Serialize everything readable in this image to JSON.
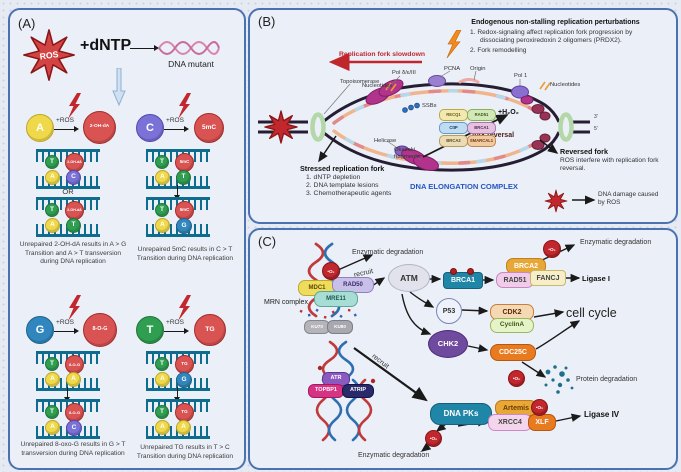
{
  "palette": {
    "panel_border": "#4a72b0",
    "ros_red": "#c1272d",
    "dna_teal": "#0e6c8f",
    "elongation_blue": "#2456c4",
    "slowdown_red": "#c0272d"
  },
  "panelA": {
    "label": "(A)",
    "ros_star": "ROS",
    "dntp": "+dNTP",
    "dna_mutant": "DNA mutant",
    "groups": [
      {
        "base": "A",
        "ros": "+ROS",
        "lesion": "2-OH-dA",
        "d1": {
          "top": [
            "T",
            "2-OH-dA"
          ],
          "bot": [
            "A",
            "C"
          ]
        },
        "conn": "OR",
        "d2": {
          "top": [
            "T",
            "2-OH-dA"
          ],
          "bot": [
            "A",
            "T"
          ]
        },
        "caption": "Unrepaired 2-OH-dA results in A > G Transition and A > T transversion during DNA replication"
      },
      {
        "base": "C",
        "ros": "+ROS",
        "lesion": "5mC",
        "d1": {
          "top": [
            "T",
            "5mC"
          ],
          "bot": [
            "A",
            "T"
          ]
        },
        "d2": {
          "top": [
            "T",
            "5mC"
          ],
          "bot": [
            "A",
            "G"
          ]
        },
        "caption": "Unrepaired 5mC results in C > T Transition during DNA replication"
      },
      {
        "base": "G",
        "ros": "+ROS",
        "lesion": "8-O-G",
        "d1": {
          "top": [
            "T",
            "8-O-G"
          ],
          "bot": [
            "A",
            "A"
          ]
        },
        "d2": {
          "top": [
            "T",
            "8-O-G"
          ],
          "bot": [
            "A",
            "C"
          ]
        },
        "caption": "Unrepaired 8-oxo-G results in G > T transversion during DNA replication"
      },
      {
        "base": "T",
        "ros": "+ROS",
        "lesion": "TG",
        "d1": {
          "top": [
            "T",
            "TG"
          ],
          "bot": [
            "A",
            "G"
          ]
        },
        "d2": {
          "top": [
            "T",
            "TG"
          ],
          "bot": [
            "A",
            "A"
          ]
        },
        "caption": "Unrepaired TG results in T > C Transition during DNA replication"
      }
    ]
  },
  "panelB": {
    "label": "(B)",
    "header": "Endogenous non-stalling replication perturbations",
    "perturbations": [
      "1.  Redox-signaling affect replication fork progression by dissociating peroxiredoxin 2 oligomers (PRDX2).",
      "2.  Fork remodelling"
    ],
    "slowdown": "Replication fork slowdown",
    "fork_labels": {
      "topoisomerase": "Topoisomerase",
      "pol_delta": "Pol δ/ε/III",
      "nucleotides_left": "Nucleotides",
      "pcna": "PCNA",
      "origin": "Origin",
      "pol1": "Pol 1",
      "nucleotides_right": "Nucleotides",
      "ssbs": "SSBs",
      "helicase": "Helicase",
      "okazaki": "Okazaki fragments",
      "h2o2": "+H₂O₂",
      "fork_reversal": "fork reversal",
      "prime3": "3'",
      "prime5": "5'"
    },
    "reversal_proteins": [
      "RECQ1",
      "RAD51",
      "CtIP",
      "BRCA1",
      "BRCA2",
      "SMARCAL1"
    ],
    "stressed_title": "Stressed replication fork",
    "stressed_list": [
      "1.  dNTP depletion",
      "2.  DNA template lesions",
      "3.  Chemotherapeutic agents"
    ],
    "elongation": "DNA ELONGATION COMPLEX",
    "reversed_title": "Reversed fork",
    "reversed_text": "ROS interfere with replication fork reversal.",
    "legend": "DNA damage caused by ROS"
  },
  "panelC": {
    "label": "(C)",
    "superoxide": "•O₂",
    "enzymatic_top": "Enzymatic degradation",
    "enzymatic_right": "Enzymatic degradation",
    "enzymatic_bottom": "Enzymatic degradation",
    "protein_degradation": "Protein degradation",
    "recruit": "recruit",
    "mdc1": "MDC1",
    "rad50": "RAD50",
    "mre11": "MRE11",
    "mrn": "MRN complex",
    "ku70": "KU70",
    "ku80": "KU80",
    "atr": "ATR",
    "topbp1": "TOPBP1",
    "atrip": "ATRIP",
    "atm": "ATM",
    "brca1": "BRCA1",
    "brca2": "BRCA2",
    "rad51": "RAD51",
    "fancj": "FANCJ",
    "ligase1": "Ligase I",
    "p53": "P53",
    "cdk2": "CDK2",
    "cyclina": "CyclinA",
    "cell_cycle": "cell cycle",
    "chk2": "CHK2",
    "cdc25c": "CDC25C",
    "dna_pks": "DNA PKs",
    "artemis": "Artemis",
    "xrcc4": "XRCC4",
    "xlf": "XLF",
    "ligase4": "Ligase IV"
  }
}
